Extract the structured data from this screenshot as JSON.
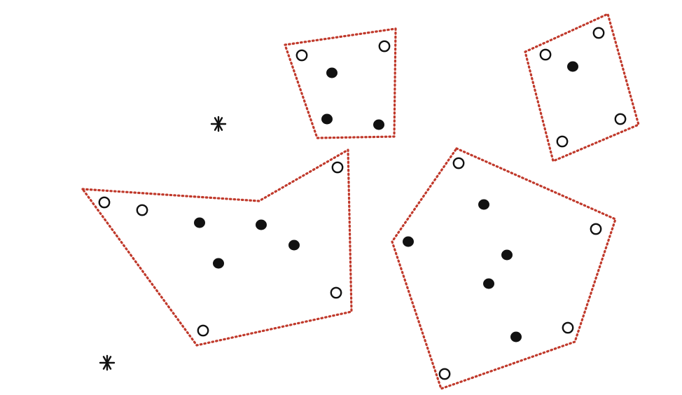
{
  "colors": {
    "outline": "#c0392b",
    "point": "#111111",
    "background": "#ffffff"
  },
  "legend_semantics": {
    "filled_point": "core-point",
    "hollow_point": "border-point",
    "star_mark": "noise-point",
    "dotted_polygon": "cluster-hull"
  },
  "clusters": [
    {
      "id": "cluster-top-middle",
      "hull": [
        [
          407,
          64
        ],
        [
          565,
          41
        ],
        [
          563,
          195
        ],
        [
          453,
          197
        ]
      ],
      "core": [
        [
          474,
          104
        ],
        [
          467,
          170
        ],
        [
          541,
          178
        ]
      ],
      "border": [
        [
          431,
          79
        ],
        [
          549,
          66
        ]
      ]
    },
    {
      "id": "cluster-top-right",
      "hull": [
        [
          750,
          74
        ],
        [
          868,
          20
        ],
        [
          912,
          178
        ],
        [
          790,
          230
        ]
      ],
      "core": [
        [
          818,
          95
        ]
      ],
      "border": [
        [
          779,
          78
        ],
        [
          855,
          47
        ],
        [
          886,
          170
        ],
        [
          803,
          202
        ]
      ]
    },
    {
      "id": "cluster-left",
      "hull": [
        [
          118,
          270
        ],
        [
          370,
          287
        ],
        [
          497,
          214
        ],
        [
          502,
          445
        ],
        [
          281,
          493
        ]
      ],
      "core": [
        [
          285,
          318
        ],
        [
          373,
          321
        ],
        [
          420,
          350
        ],
        [
          312,
          376
        ]
      ],
      "border": [
        [
          149,
          289
        ],
        [
          203,
          300
        ],
        [
          482,
          239
        ],
        [
          480,
          418
        ],
        [
          290,
          472
        ]
      ]
    },
    {
      "id": "cluster-bottom-right",
      "hull": [
        [
          652,
          212
        ],
        [
          879,
          313
        ],
        [
          821,
          488
        ],
        [
          630,
          555
        ],
        [
          560,
          345
        ]
      ],
      "core": [
        [
          583,
          345
        ],
        [
          691,
          292
        ],
        [
          724,
          364
        ],
        [
          698,
          405
        ],
        [
          737,
          481
        ]
      ],
      "border": [
        [
          655,
          233
        ],
        [
          851,
          327
        ],
        [
          811,
          468
        ],
        [
          635,
          534
        ]
      ]
    }
  ],
  "noise": [
    [
      312,
      177
    ],
    [
      153,
      518
    ]
  ]
}
